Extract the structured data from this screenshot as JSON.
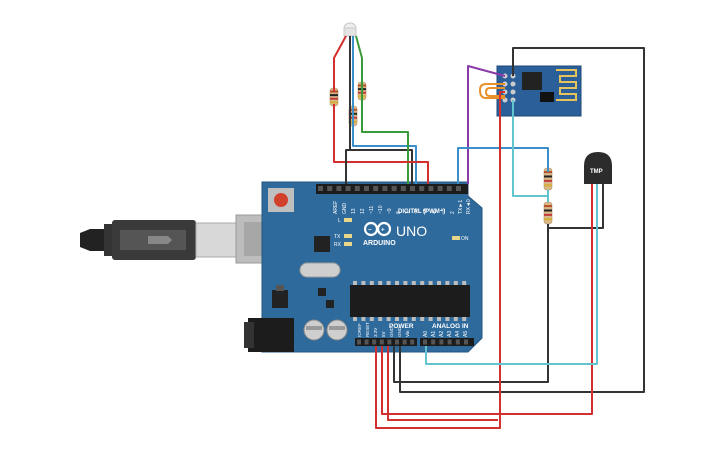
{
  "arduino": {
    "brand": "ARDUINO",
    "model": "UNO",
    "digital_label": "DIGITAL (PWM~)",
    "power_label": "POWER",
    "analog_label": "ANALOG IN",
    "on_label": "ON",
    "led_l": "L",
    "led_tx": "TX",
    "led_rx": "RX",
    "digital_pins": [
      "AREF",
      "GND",
      "13",
      "12",
      "~11",
      "~10",
      "~9",
      "8",
      "7",
      "~6",
      "~5",
      "4",
      "~3",
      "2",
      "TX►1",
      "RX◄0"
    ],
    "power_pins": [
      "IOREF",
      "RESET",
      "3.3V",
      "5V",
      "GND",
      "GND",
      "Vin"
    ],
    "analog_pins": [
      "A0",
      "A1",
      "A2",
      "A3",
      "A4",
      "A5"
    ],
    "board_color": "#2f6a9c"
  },
  "sensor": {
    "label": "TMP"
  },
  "wires": {
    "red": "#d42f2f",
    "black": "#333333",
    "green": "#3a9a3a",
    "blue": "#3c8fc8",
    "cyan": "#62c4cc",
    "purple": "#8a3aa8",
    "orange": "#e8902a"
  }
}
